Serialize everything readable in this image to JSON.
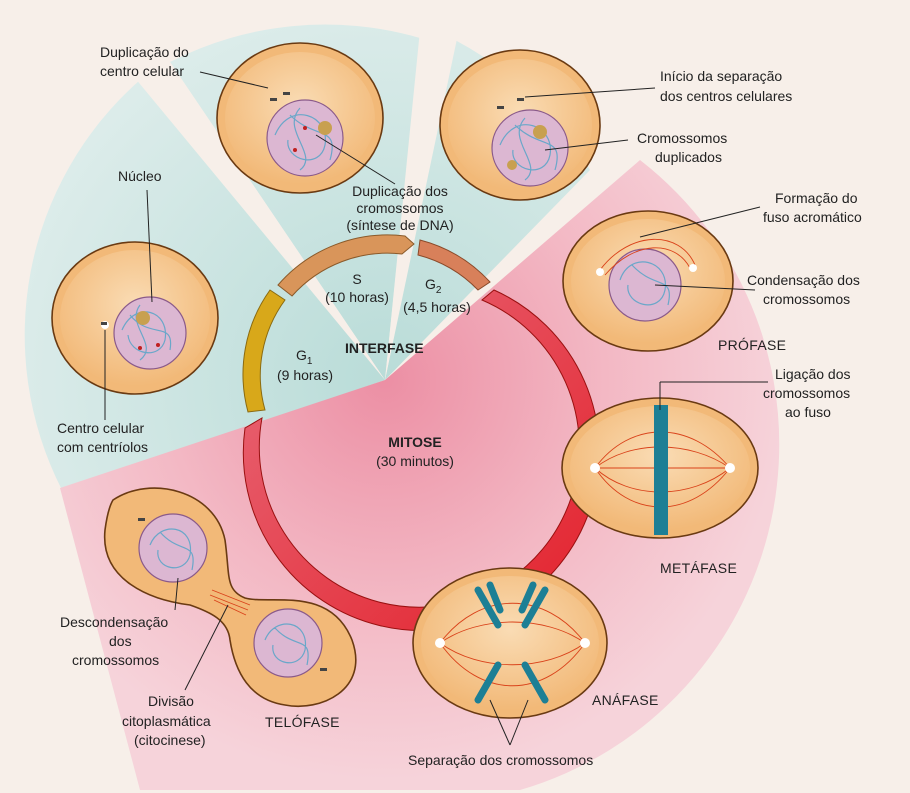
{
  "labels": {
    "center_dup": [
      "Duplicação do",
      "centro celular"
    ],
    "nucleo": "Núcleo",
    "centro_celular": [
      "Centro celular",
      "com centríolos"
    ],
    "chrom_dup": [
      "Duplicação dos",
      "cromossomos",
      "(síntese de DNA)"
    ],
    "sep_start": [
      "Início da separação",
      "dos centros celulares"
    ],
    "cromo_dup": [
      "Cromossomos",
      "duplicados"
    ],
    "fuso": [
      "Formação do",
      "fuso acromático"
    ],
    "condens": [
      "Condensação dos",
      "cromossomos"
    ],
    "ligacao": [
      "Ligação dos",
      "cromossomos",
      "ao fuso"
    ],
    "descond": [
      "Descondensação",
      "dos",
      "cromossomos"
    ],
    "divisao": [
      "Divisão",
      "citoplasmática",
      "(citocinese)"
    ],
    "separacao": "Separação dos cromossomos"
  },
  "phases": {
    "profase": "PRÓFASE",
    "metafase": "METÁFASE",
    "anafase": "ANÁFASE",
    "telofase": "TELÓFASE"
  },
  "cycle": {
    "s": "S",
    "s_dur": "(10 horas)",
    "g2": "G",
    "g2_sub": "2",
    "g2_dur": "(4,5 horas)",
    "g1": "G",
    "g1_sub": "1",
    "g1_dur": "(9 horas)",
    "interfase": "INTERFASE",
    "mitose": "MITOSE",
    "mitose_dur": "(30 minutos)"
  },
  "colors": {
    "interphase_sector": "#cfe6e2",
    "mitosis_sector": "#f3c3cd",
    "g1_arc": "#d8a81a",
    "s_arc": "#d9955a",
    "g2_arc": "#d8805a",
    "mitosis_arc": "#e3202a",
    "cell": "#f2b978"
  }
}
